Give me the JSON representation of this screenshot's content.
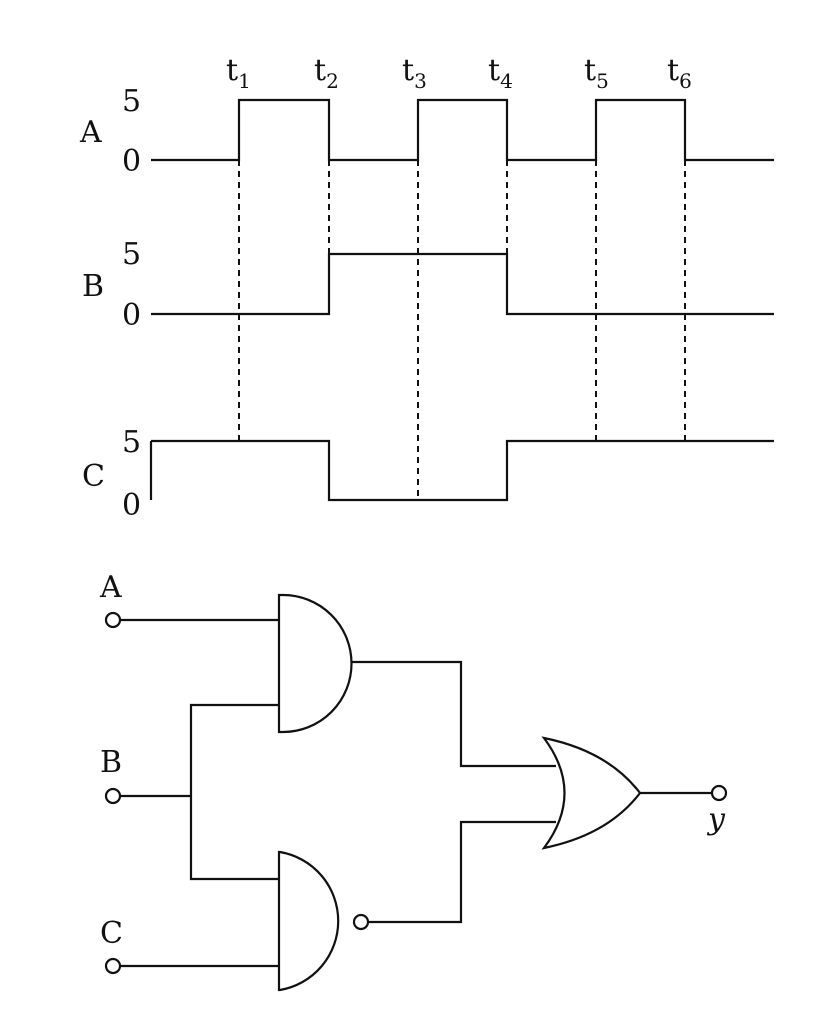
{
  "timing": {
    "time_markers": [
      {
        "base": "t",
        "sub": "1"
      },
      {
        "base": "t",
        "sub": "2"
      },
      {
        "base": "t",
        "sub": "3"
      },
      {
        "base": "t",
        "sub": "4"
      },
      {
        "base": "t",
        "sub": "5"
      },
      {
        "base": "t",
        "sub": "6"
      }
    ],
    "signals": [
      {
        "name": "A",
        "high": "5",
        "low": "0",
        "levels": [
          0,
          1,
          0,
          1,
          0,
          1,
          0
        ]
      },
      {
        "name": "B",
        "high": "5",
        "low": "0",
        "levels": [
          0,
          0,
          1,
          1,
          0,
          0,
          0
        ]
      },
      {
        "name": "C",
        "high": "5",
        "low": "0",
        "levels": [
          1,
          1,
          0,
          0,
          1,
          1,
          1
        ]
      }
    ]
  },
  "circuit": {
    "inputs": [
      "A",
      "B",
      "C"
    ],
    "output": "y",
    "gates": [
      {
        "type": "AND",
        "inputs": [
          "A",
          "B"
        ]
      },
      {
        "type": "NAND",
        "inputs": [
          "B",
          "C"
        ]
      },
      {
        "type": "OR",
        "inputs": [
          "AND",
          "NAND"
        ]
      }
    ]
  }
}
